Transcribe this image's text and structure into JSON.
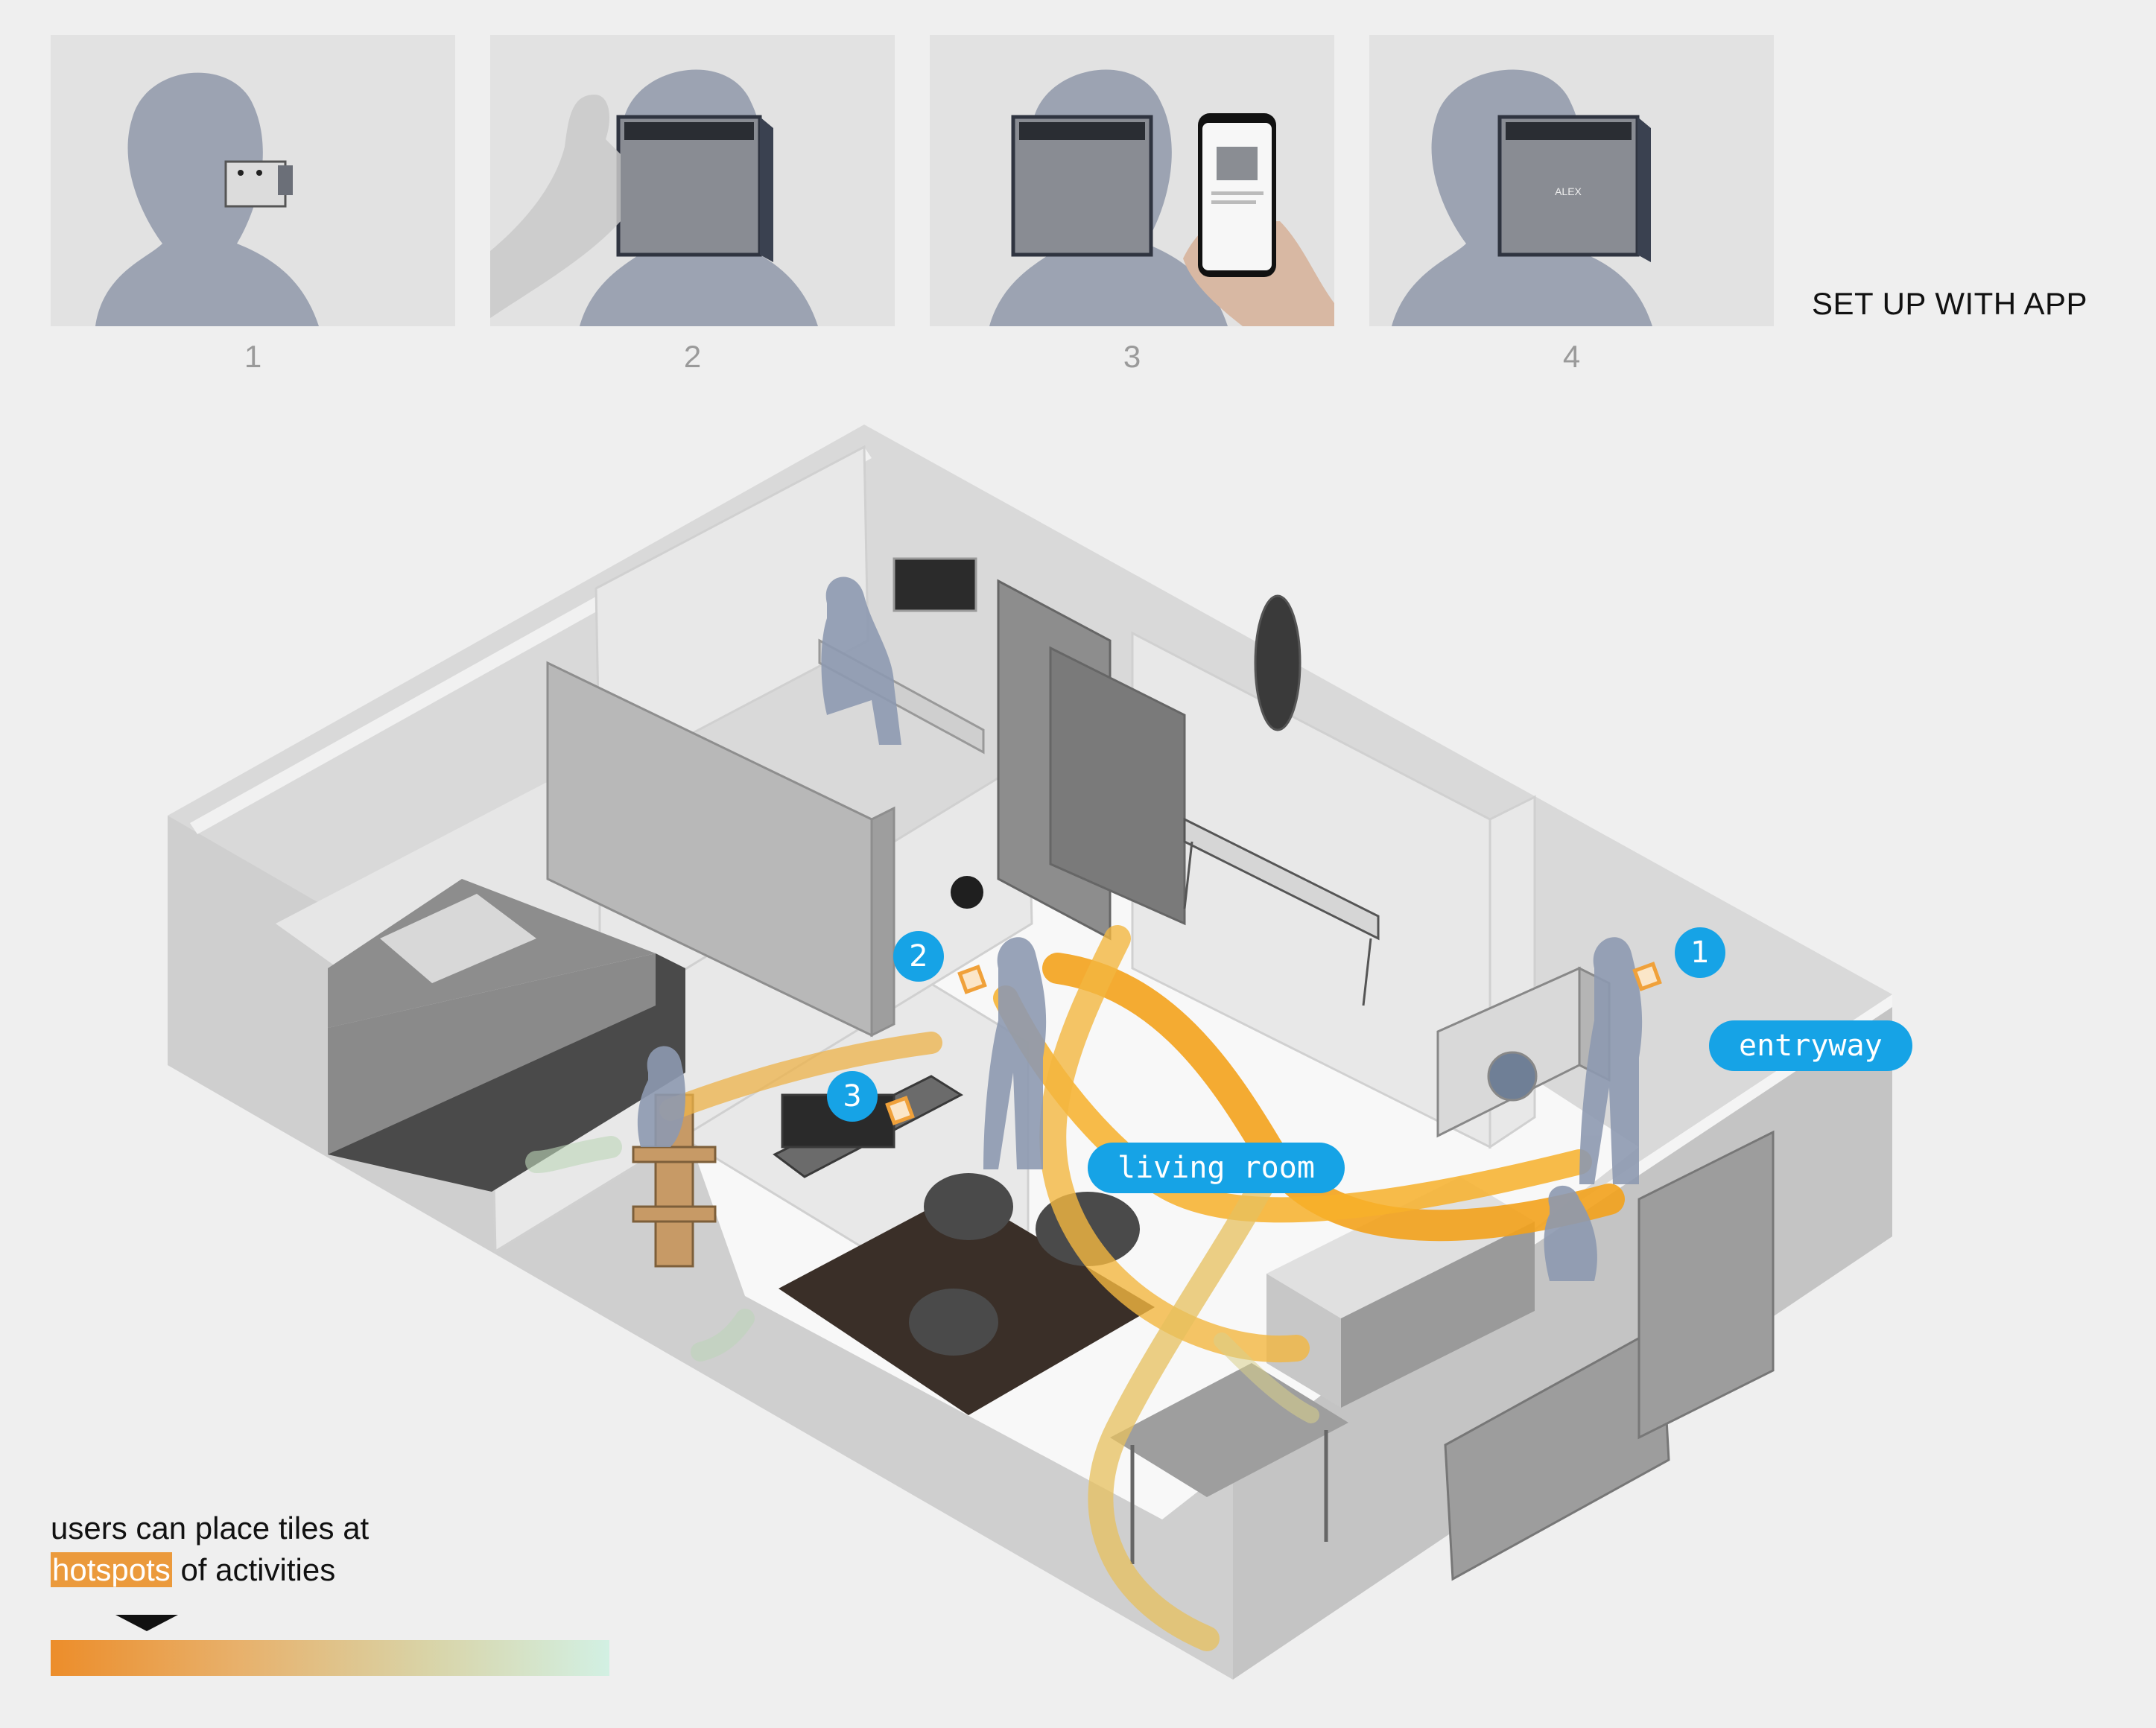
{
  "setup": {
    "title": "SET UP WITH APP",
    "steps": [
      {
        "number": "1"
      },
      {
        "number": "2"
      },
      {
        "number": "3"
      },
      {
        "number": "4"
      }
    ],
    "device_display_text": "ALEX"
  },
  "floorplan": {
    "markers": [
      {
        "number": "1"
      },
      {
        "number": "2"
      },
      {
        "number": "3"
      }
    ],
    "labels": {
      "entryway": "entryway",
      "living_room": "living room"
    }
  },
  "legend": {
    "caption_line1": "users can place tiles at",
    "caption_highlight": "hotspots",
    "caption_rest": " of activities",
    "gradient_colors": [
      "#ec8d2a",
      "#e8b06a",
      "#d9d3a6",
      "#d2f0e3"
    ]
  },
  "colors": {
    "accent_blue": "#16a3e6",
    "heat_orange": "#f5a623",
    "silhouette": "#9ca3b2",
    "background": "#efefef"
  }
}
